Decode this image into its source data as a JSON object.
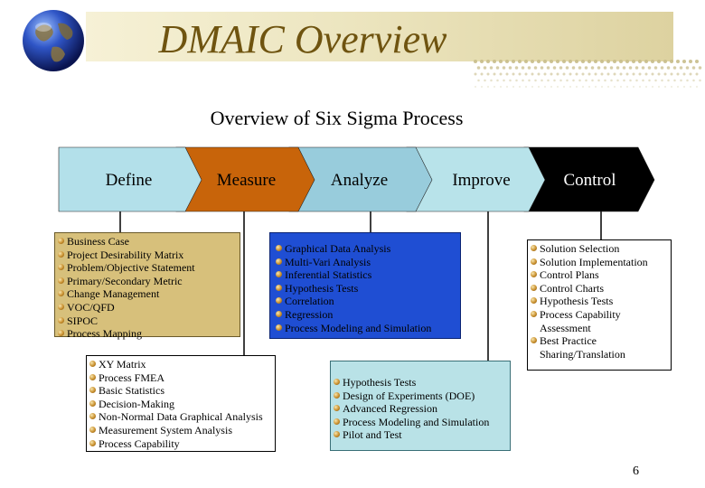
{
  "header": {
    "title": "DMAIC Overview"
  },
  "subtitle": "Overview of Six Sigma Process",
  "phases": [
    {
      "label": "Define",
      "color": "#b3e0ea",
      "text_color": "#000000"
    },
    {
      "label": "Measure",
      "color": "#c8640a",
      "text_color": "#000000"
    },
    {
      "label": "Analyze",
      "color": "#98ccdc",
      "text_color": "#000000"
    },
    {
      "label": "Improve",
      "color": "#b8e3ea",
      "text_color": "#000000"
    },
    {
      "label": "Control",
      "color": "#000000",
      "text_color": "#ffffff"
    }
  ],
  "boxes": {
    "define": {
      "bg": "#d7c07b",
      "items": [
        "Business Case",
        "Project Desirability Matrix",
        "Problem/Objective Statement",
        "Primary/Secondary Metric",
        "Change Management",
        "VOC/QFD",
        "SIPOC",
        "Process Mapping"
      ]
    },
    "measure": {
      "bg": "#ffffff",
      "items": [
        "XY Matrix",
        "Process FMEA",
        "Basic Statistics",
        "Decision-Making",
        "Non-Normal Data Graphical Analysis",
        "Measurement System Analysis",
        "Process Capability"
      ]
    },
    "analyze": {
      "bg": "#1f4ed3",
      "items": [
        "Graphical Data Analysis",
        "Multi-Vari Analysis",
        "Inferential Statistics",
        "Hypothesis Tests",
        "Correlation",
        "Regression",
        "Process Modeling and Simulation"
      ]
    },
    "improve": {
      "bg": "#b9e2e7",
      "items": [
        "Hypothesis Tests",
        "Design of Experiments (DOE)",
        "Advanced Regression",
        "Process Modeling and Simulation",
        "Pilot and Test"
      ]
    },
    "control": {
      "bg": "#ffffff",
      "items": [
        "Solution Selection",
        "Solution Implementation",
        "Control Plans",
        "Control Charts",
        "Hypothesis Tests",
        "Process Capability Assessment",
        "Best Practice Sharing/Translation"
      ]
    }
  },
  "page_number": "6",
  "icons": {
    "logo": "globe-icon",
    "bullet": "bullet-icon"
  }
}
